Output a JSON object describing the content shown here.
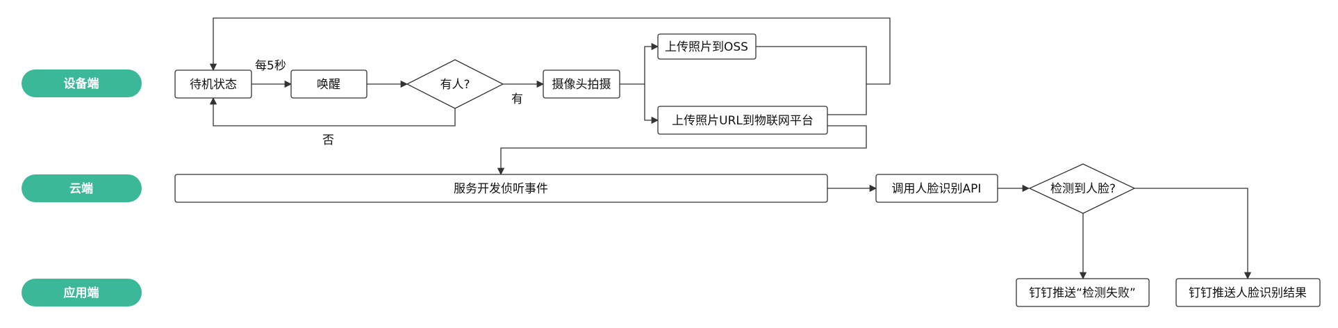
{
  "lanes": {
    "device": "设备端",
    "cloud": "云端",
    "app": "应用端"
  },
  "nodes": {
    "standby": "待机状态",
    "wake": "唤醒",
    "person_check": "有人?",
    "camera": "摄像头拍摄",
    "upload_oss": "上传照片到OSS",
    "upload_url": "上传照片URL到物联网平台",
    "listen": "服务开发侦听事件",
    "face_api": "调用人脸识别API",
    "face_check": "检测到人脸?",
    "push_fail": "钉钉推送“检测失败”",
    "push_result": "钉钉推送人脸识别结果"
  },
  "edge_labels": {
    "every_5s": "每5秒",
    "yes": "有",
    "no": "否"
  },
  "colors": {
    "lane_pill": "#3bb897",
    "stroke": "#333333"
  }
}
